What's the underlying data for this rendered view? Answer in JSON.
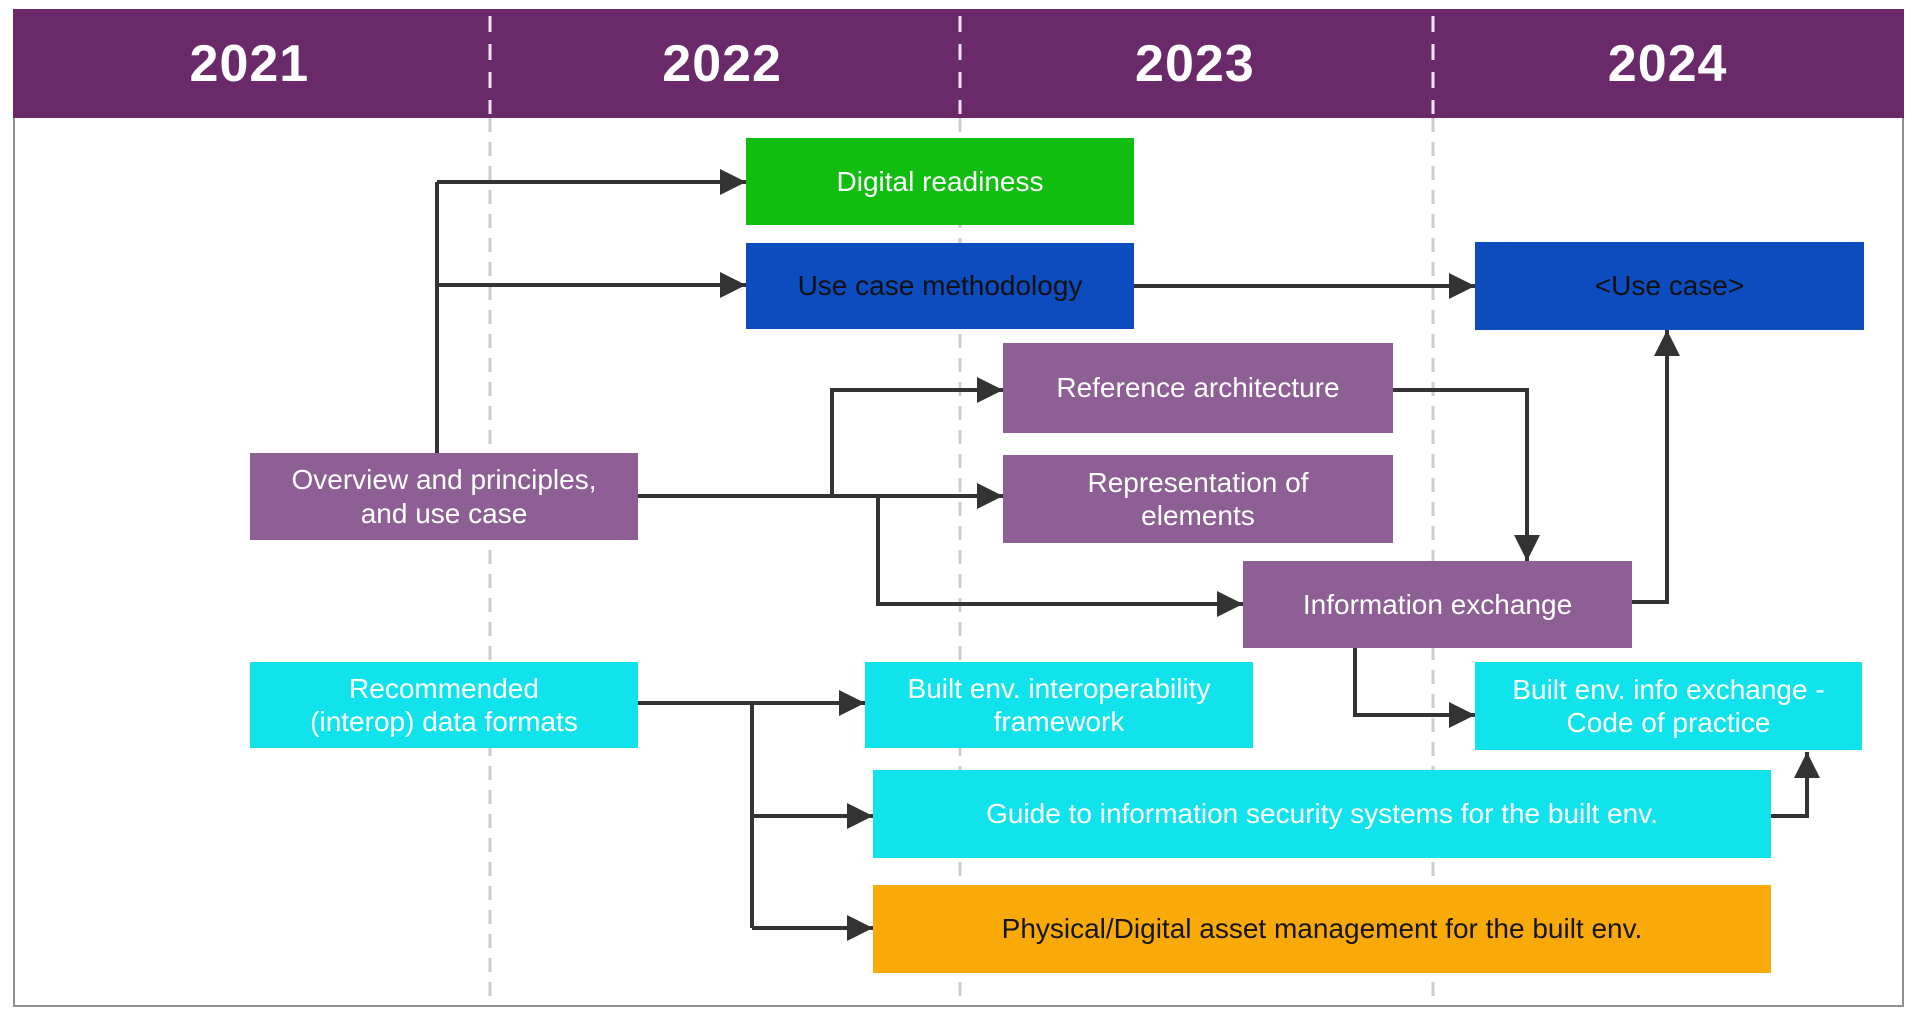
{
  "timeline": {
    "years": [
      "2021",
      "2022",
      "2023",
      "2024"
    ]
  },
  "colors": {
    "header_purple": "#6A2A69",
    "node_purple": "#8D5F94",
    "node_green": "#0FBE0F",
    "node_blue": "#0D4CBE",
    "node_cyan": "#10E3EC",
    "node_orange": "#F9A908",
    "arrow": "#333333",
    "grid_dash": "#CCCCCC"
  },
  "boxes": {
    "digital_readiness": {
      "label": "Digital readiness"
    },
    "use_case_methodology": {
      "label": "Use case methodology"
    },
    "use_case": {
      "label": "<Use case>"
    },
    "overview": {
      "label": "Overview and principles,\nand use case"
    },
    "reference_architecture": {
      "label": "Reference architecture"
    },
    "representation_of_elements": {
      "label": "Representation of\nelements"
    },
    "information_exchange": {
      "label": "Information exchange"
    },
    "recommended_formats": {
      "label": "Recommended\n(interop) data formats"
    },
    "built_env_interop": {
      "label": "Built env. interoperability\nframework"
    },
    "code_of_practice": {
      "label": "Built env. info exchange -\nCode of practice"
    },
    "guide_info_security": {
      "label": "Guide to information security systems for the built env."
    },
    "physical_digital": {
      "label": "Physical/Digital asset management for the built env."
    }
  }
}
